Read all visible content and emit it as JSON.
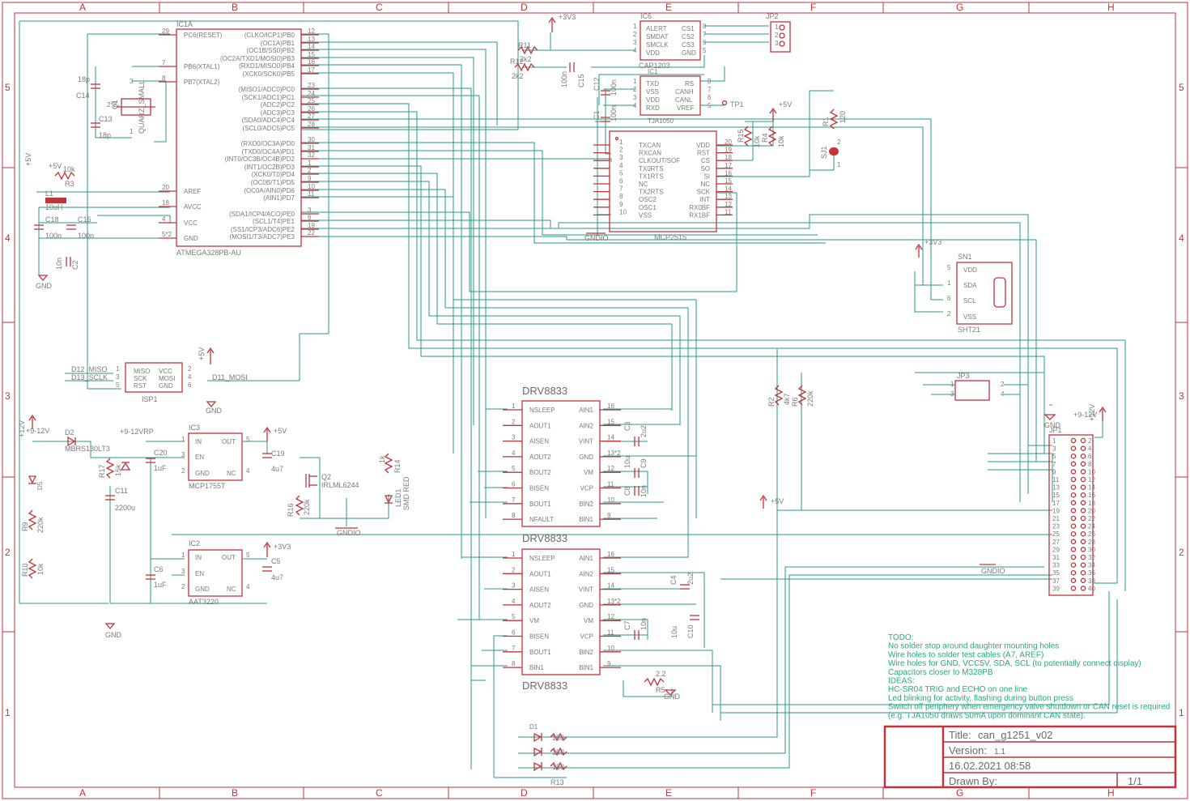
{
  "border": {
    "columns": [
      "A",
      "B",
      "C",
      "D",
      "E",
      "F",
      "G",
      "H"
    ],
    "rows": [
      "5",
      "4",
      "3",
      "2",
      "1"
    ]
  },
  "title_block": {
    "title_label": "Title:",
    "title_value": "can_g1251_v02",
    "version_label": "Version:",
    "version_value": "1.1",
    "date": "16.02.2021 08:58",
    "drawn_label": "Drawn By:",
    "page": "1/1"
  },
  "todo": [
    "TODO:",
    "No solder stop around daughter mounting holes",
    "Wire holes to solder test cables (A7, AREF)",
    "Wire holes for GND, VCC5V, SDA, SCL (to potentially connect display)",
    "Capacitors closer to M328PB",
    "IDEAS:",
    "HC-SR04 TRIG and ECHO on one line",
    "Led blinking for activity, flashing during button press",
    "Switch off periphery when emergency valve shutdown or CAN reset is required",
    " (e.g. TJA1050 draws 50mA upon dominant CAN state)."
  ],
  "ic1a": {
    "ref": "IC1A",
    "value": "ATMEGA328PB-AU",
    "left_pins": [
      {
        "num": "29",
        "name": "PC6(RESET)"
      },
      {
        "num": "7",
        "name": "PB6(XTAL1)"
      },
      {
        "num": "8",
        "name": "PB7(XTAL2)"
      },
      {
        "num": "20",
        "name": "AREF"
      },
      {
        "num": "18",
        "name": "AVCC"
      },
      {
        "num": "4",
        "name": "VCC"
      },
      {
        "num": "5*2",
        "name": "GND"
      }
    ],
    "right_pins": [
      {
        "num": "12",
        "name": "(CLKO/ICP1)PB0"
      },
      {
        "num": "13",
        "name": "(OC1A)PB1"
      },
      {
        "num": "14",
        "name": "(OC1B/SS0)PB2"
      },
      {
        "num": "15",
        "name": "(OC2A/TXD1/MOSI0)PB3"
      },
      {
        "num": "16",
        "name": "(RXD1/MISO0)PB4"
      },
      {
        "num": "17",
        "name": "(XCK0/SCK0)PB5"
      },
      {
        "num": "23",
        "name": "(MISO1/ADC0)PC0"
      },
      {
        "num": "24",
        "name": "(SCK1/ADC1)PC1"
      },
      {
        "num": "25",
        "name": "(ADC2)PC2"
      },
      {
        "num": "26",
        "name": "(ADC3)PC3"
      },
      {
        "num": "27",
        "name": "(SDA0/ADC4)PC4"
      },
      {
        "num": "28",
        "name": "(SCL0/ADC5)PC5"
      },
      {
        "num": "30",
        "name": "(RXD0/OC3A)PD0"
      },
      {
        "num": "31",
        "name": "(TXD0/OC4A)PD1"
      },
      {
        "num": "32",
        "name": "(INT0/OC3B/OC4B)PD2"
      },
      {
        "num": "1",
        "name": "(INT1/OC2B)PD3"
      },
      {
        "num": "2",
        "name": "(XCK0/T0)PD4"
      },
      {
        "num": "9",
        "name": "(OC0B/T1)PD5"
      },
      {
        "num": "10",
        "name": "(OC0A/AIN0)PD6"
      },
      {
        "num": "11",
        "name": "(AIN1)PD7"
      },
      {
        "num": "3",
        "name": "(SDA1/ICP4/ACO)PE0"
      },
      {
        "num": "6",
        "name": "(SCL1/T4)PE1"
      },
      {
        "num": "19",
        "name": "(SS1/ICP3/ADC6)PE2"
      },
      {
        "num": "22",
        "name": "(MOSI1/T3/ADC7)PE3"
      }
    ]
  },
  "crystal": {
    "ref": "Q1",
    "value": "QUARZ_SMALL",
    "p1": "1",
    "p2": "2*2",
    "p3": "3"
  },
  "caps": {
    "c14": {
      "ref": "C14",
      "value": "18p"
    },
    "c13": {
      "ref": "C13",
      "value": "18p"
    },
    "c18": {
      "ref": "C18",
      "value": "100n"
    },
    "c16": {
      "ref": "C16",
      "value": "100n"
    },
    "c2": {
      "ref": "C2",
      "value": "10n"
    },
    "c15": {
      "ref": "C15",
      "value": "100n"
    },
    "c12": {
      "ref": "C12",
      "value": "100n"
    },
    "c1": {
      "ref": "C1",
      "value": "100n"
    },
    "c3": {
      "ref": "C3",
      "value": "2u2"
    },
    "c9": {
      "ref": "C9",
      "value": "10u"
    },
    "c8": {
      "ref": "C8",
      "value": "10n"
    },
    "c4": {
      "ref": "C4",
      "value": "2u2"
    },
    "c7": {
      "ref": "C7",
      "value": "10n"
    },
    "c10": {
      "ref": "C10",
      "value": "10u"
    },
    "c20": {
      "ref": "C20",
      "value": "1uF"
    },
    "c19": {
      "ref": "C19",
      "value": "4u7"
    },
    "c11": {
      "ref": "C11",
      "value": "2200u"
    },
    "c6": {
      "ref": "C6",
      "value": "1uF"
    },
    "c5": {
      "ref": "C5",
      "value": "4u7"
    }
  },
  "power": {
    "p5v": "+5V",
    "p3v3": "+3V3",
    "p12v": "+12V",
    "p912v": "+9-12V",
    "p912vrp": "+9-12VRP",
    "gnd": "GND",
    "gndio": "GNDIO"
  },
  "r3": {
    "ref": "R3",
    "value": "10k"
  },
  "l1": {
    "ref": "L1",
    "value": "10uH"
  },
  "isp1": {
    "ref": "ISP1",
    "pins_left": [
      {
        "num": "1",
        "name": "MISO"
      },
      {
        "num": "3",
        "name": "SCK"
      },
      {
        "num": "5",
        "name": "RST"
      }
    ],
    "pins_right": [
      {
        "num": "2",
        "name": "VCC"
      },
      {
        "num": "4",
        "name": "MOSI"
      },
      {
        "num": "6",
        "name": "GND"
      }
    ],
    "net_miso": "D12_MISO",
    "net_sclk": "D13_SCLK",
    "net_mosi": "D11_MOSI"
  },
  "ic6": {
    "ref": "IC6",
    "value": "CAP1203",
    "left": [
      {
        "num": "1",
        "name": "ALERT"
      },
      {
        "num": "2",
        "name": "SMDAT"
      },
      {
        "num": "3",
        "name": "SMCLK"
      },
      {
        "num": "4",
        "name": "VDD"
      }
    ],
    "right": [
      {
        "num": "8",
        "name": "CS1"
      },
      {
        "num": "7",
        "name": "CS2"
      },
      {
        "num": "6",
        "name": "CS3"
      },
      {
        "num": "5",
        "name": "GND"
      }
    ]
  },
  "jp2": {
    "ref": "JP2",
    "pins": [
      "1",
      "2",
      "3"
    ]
  },
  "r11": {
    "ref": "R11",
    "value": "2k2"
  },
  "r12": {
    "ref": "R12",
    "value": "2k2"
  },
  "ic1": {
    "ref": "IC1",
    "value": "TJA1050",
    "left": [
      {
        "num": "1",
        "name": "TXD"
      },
      {
        "num": "2",
        "name": "VSS"
      },
      {
        "num": "3",
        "name": "VDD"
      },
      {
        "num": "4",
        "name": "RXD"
      }
    ],
    "right": [
      {
        "num": "8",
        "name": "RS"
      },
      {
        "num": "7",
        "name": "CANH"
      },
      {
        "num": "6",
        "name": "CANL"
      },
      {
        "num": "5",
        "name": "VREF"
      }
    ]
  },
  "tp1": {
    "ref": "TP1"
  },
  "mcp2515": {
    "value": "MCP2515",
    "left": [
      {
        "num": "1",
        "name": "TXCAN"
      },
      {
        "num": "2",
        "name": "RXCAN"
      },
      {
        "num": "3",
        "name": "CLKOUT/SOF"
      },
      {
        "num": "4",
        "name": "TX0RTS"
      },
      {
        "num": "5",
        "name": "TX1RTS"
      },
      {
        "num": "6",
        "name": "NC"
      },
      {
        "num": "7",
        "name": "TX2RTS"
      },
      {
        "num": "8",
        "name": "OSC2"
      },
      {
        "num": "9",
        "name": "OSC1"
      },
      {
        "num": "10",
        "name": "VSS"
      }
    ],
    "right": [
      {
        "num": "20",
        "name": "VDD"
      },
      {
        "num": "19",
        "name": "RST"
      },
      {
        "num": "18",
        "name": "CS"
      },
      {
        "num": "17",
        "name": "SO"
      },
      {
        "num": "16",
        "name": "SI"
      },
      {
        "num": "15",
        "name": "NC"
      },
      {
        "num": "14",
        "name": "SCK"
      },
      {
        "num": "13",
        "name": "INT"
      },
      {
        "num": "12",
        "name": "RX0BF"
      },
      {
        "num": "11",
        "name": "RX1BF"
      }
    ]
  },
  "r15": {
    "ref": "R15",
    "value": "10k"
  },
  "r4": {
    "ref": "R4",
    "value": "10k"
  },
  "r1": {
    "ref": "R1",
    "value": "120"
  },
  "sj1": {
    "ref": "SJ1",
    "p1": "1",
    "p2": "2"
  },
  "sn1": {
    "ref": "SN1",
    "value": "SHT21",
    "pins": [
      {
        "num": "5",
        "name": "VDD"
      },
      {
        "num": "1",
        "name": "SDA"
      },
      {
        "num": "6",
        "name": "SCL"
      },
      {
        "num": "2",
        "name": "VSS"
      }
    ]
  },
  "jp3": {
    "ref": "JP3",
    "pins": [
      "1",
      "2",
      "3",
      "4"
    ]
  },
  "r2": {
    "ref": "R2",
    "value": "4k7"
  },
  "r6": {
    "ref": "R6",
    "value": "220k"
  },
  "jp1": {
    "ref": "JP1",
    "left": [
      "1",
      "3",
      "5",
      "7",
      "9",
      "11",
      "13",
      "15",
      "17",
      "19",
      "21",
      "23",
      "25",
      "27",
      "29",
      "31",
      "33",
      "35",
      "37",
      "39"
    ],
    "right": [
      "2",
      "4",
      "6",
      "8",
      "10",
      "12",
      "14",
      "16",
      "18",
      "20",
      "22",
      "24",
      "26",
      "28",
      "30",
      "32",
      "34",
      "36",
      "38",
      "40"
    ]
  },
  "drv1": {
    "value": "DRV8833",
    "left": [
      {
        "num": "1",
        "name": "NSLEEP"
      },
      {
        "num": "2",
        "name": "AOUT1"
      },
      {
        "num": "3",
        "name": "AISEN"
      },
      {
        "num": "4",
        "name": "AOUT2"
      },
      {
        "num": "5",
        "name": "BOUT2"
      },
      {
        "num": "6",
        "name": "BISEN"
      },
      {
        "num": "7",
        "name": "BOUT1"
      },
      {
        "num": "8",
        "name": "NFAULT"
      }
    ],
    "right": [
      {
        "num": "16",
        "name": "AIN1"
      },
      {
        "num": "15",
        "name": "AIN2"
      },
      {
        "num": "14",
        "name": "VINT"
      },
      {
        "num": "13*2",
        "name": "GND"
      },
      {
        "num": "12",
        "name": "VM"
      },
      {
        "num": "11",
        "name": "VCP"
      },
      {
        "num": "10",
        "name": "BIN2"
      },
      {
        "num": "9",
        "name": "BIN1"
      }
    ]
  },
  "drv2": {
    "value": "DRV8833",
    "left": [
      {
        "num": "1",
        "name": "NSLEEP"
      },
      {
        "num": "2",
        "name": "AOUT1"
      },
      {
        "num": "3",
        "name": "AISEN"
      },
      {
        "num": "4",
        "name": "AOUT2"
      },
      {
        "num": "5",
        "name": "VM"
      },
      {
        "num": "6",
        "name": "BISEN"
      },
      {
        "num": "7",
        "name": "BOUT1"
      },
      {
        "num": "8",
        "name": "BIN1"
      }
    ],
    "right": [
      {
        "num": "16",
        "name": "AIN1"
      },
      {
        "num": "15",
        "name": "AIN2"
      },
      {
        "num": "14",
        "name": "VINT"
      },
      {
        "num": "13*2",
        "name": "GND"
      },
      {
        "num": "12",
        "name": "VM"
      },
      {
        "num": "11",
        "name": "VCP"
      },
      {
        "num": "10",
        "name": "BIN2"
      },
      {
        "num": "9",
        "name": "BIN1"
      }
    ]
  },
  "drv2_left_names": [
    "NSLEEP",
    "AOUT1",
    "AISEN",
    "AOUT2",
    "VM",
    "BISEN",
    "BOUT1",
    "BIN1"
  ],
  "drv_bottom_label": "DRV8833",
  "r5": {
    "ref": "R5",
    "value": "2.2"
  },
  "leds_bottom": {
    "d1": "D1",
    "r13": "R13",
    "values": [
      "150",
      "150",
      "150"
    ]
  },
  "d2": {
    "ref": "D2",
    "value": "MBRS130LT3"
  },
  "d5": {
    "ref": "D5"
  },
  "r17": {
    "ref": "R17",
    "value": "15k"
  },
  "r9": {
    "ref": "R9",
    "value": "220k"
  },
  "r10": {
    "ref": "R10",
    "value": "10k"
  },
  "ic3": {
    "ref": "IC3",
    "value": "MCP1755T",
    "left": [
      {
        "num": "1",
        "name": "IN"
      },
      {
        "num": "3",
        "name": "EN"
      },
      {
        "num": "2",
        "name": "GND"
      }
    ],
    "right": [
      {
        "num": "5",
        "name": "OUT"
      },
      {
        "num": "4",
        "name": "NC"
      }
    ]
  },
  "ic2": {
    "ref": "IC2",
    "value": "AAT3220",
    "left": [
      {
        "num": "1",
        "name": "IN"
      },
      {
        "num": "3",
        "name": "EN"
      },
      {
        "num": "2",
        "name": "GND"
      }
    ],
    "right": [
      {
        "num": "5",
        "name": "OUT"
      },
      {
        "num": "4",
        "name": "NC"
      }
    ]
  },
  "q2": {
    "ref": "Q2",
    "value": "IRLML6244"
  },
  "r16": {
    "ref": "R16",
    "value": "220k"
  },
  "r14": {
    "ref": "R14",
    "value": "1k"
  },
  "led1": {
    "ref": "LED1",
    "value": "SMD RED"
  }
}
